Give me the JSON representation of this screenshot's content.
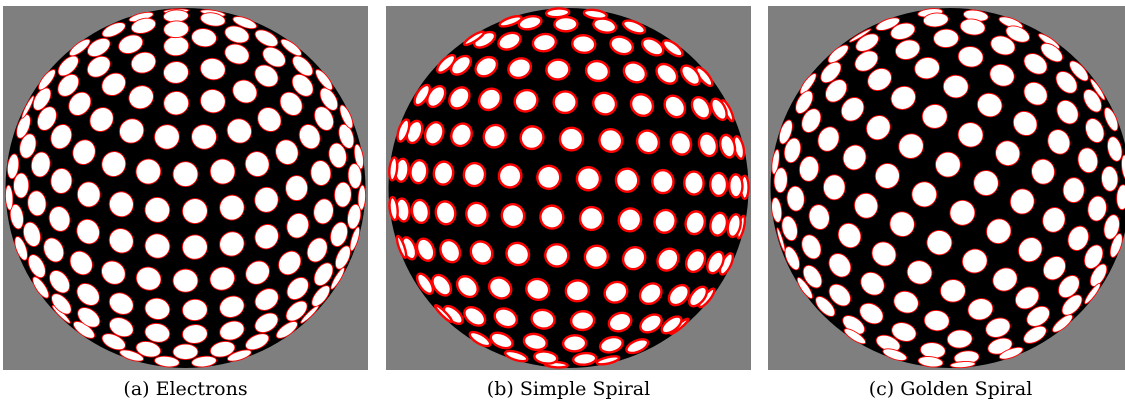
{
  "figure": {
    "panels": [
      {
        "caption": "(a) Electrons",
        "dot_fill": "#ffffff",
        "ring_color": "#ff0000",
        "gap_color": "#000000",
        "background": "#7f7f7f",
        "layout": "electrons"
      },
      {
        "caption": "(b) Simple Spiral",
        "dot_fill": "#ffffff",
        "ring_color": "#ff0000",
        "gap_color": "#000000",
        "background": "#7f7f7f",
        "layout": "simple-spiral"
      },
      {
        "caption": "(c) Golden Spiral",
        "dot_fill": "#ffffff",
        "ring_color": "#ff0000",
        "gap_color": "#000000",
        "background": "#7f7f7f",
        "layout": "golden-spiral"
      }
    ]
  }
}
